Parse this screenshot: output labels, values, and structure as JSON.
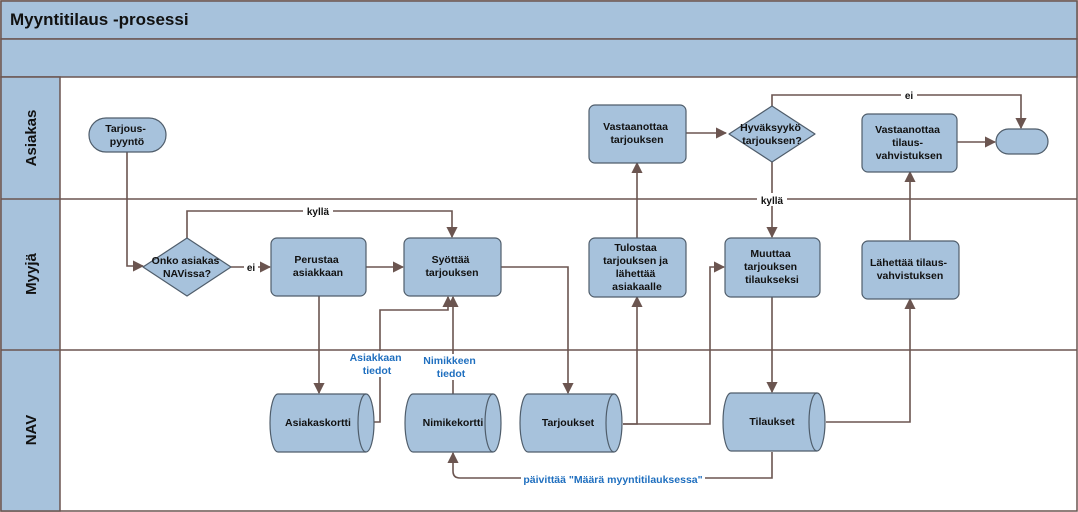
{
  "title": "Myyntitilaus -prosessi",
  "lanes": {
    "asiakas": "Asiakas",
    "myyja": "Myyjä",
    "nav": "NAV"
  },
  "nodes": {
    "tarjouspyynto": [
      "Tarjous-",
      "pyyntö"
    ],
    "onko_asiakas": [
      "Onko asiakas",
      "NAVissa?"
    ],
    "perustaa_asiakkaan": [
      "Perustaa",
      "asiakkaan"
    ],
    "syottaa_tarjouksen": [
      "Syöttää",
      "tarjouksen"
    ],
    "tulostaa": [
      "Tulostaa",
      "tarjouksen ja",
      "lähettää",
      "asiakaalle"
    ],
    "vastaanottaa_tarjouksen": [
      "Vastaanottaa",
      "tarjouksen"
    ],
    "hyvaksyyko": [
      "Hyväksyykö",
      "tarjouksen?"
    ],
    "muuttaa": [
      "Muuttaa",
      "tarjouksen",
      "tilaukseksi"
    ],
    "lahettaa": [
      "Lähettää tilaus-",
      "vahvistuksen"
    ],
    "vastaanottaa_tilaus": [
      "Vastaanottaa",
      "tilaus-",
      "vahvistuksen"
    ],
    "asiakaskortti": [
      "Asiakaskortti"
    ],
    "nimikekortti": [
      "Nimikekortti"
    ],
    "tarjoukset": [
      "Tarjoukset"
    ],
    "tilaukset": [
      "Tilaukset"
    ]
  },
  "edges": {
    "ei_left": "ei",
    "kylla_top": "kyllä",
    "ei_top": "ei",
    "kylla_mid": "kyllä"
  },
  "data_labels": {
    "asiakkaan_tiedot": [
      "Asiakkaan",
      "tiedot"
    ],
    "nimikkeen_tiedot": [
      "Nimikkeen",
      "tiedot"
    ],
    "paivittaa": "päivittää \"Määrä myyntitilauksessa\""
  },
  "colors": {
    "header": "#a7c2dc",
    "node": "#a7c2dc",
    "line": "#6b5550",
    "data_label": "#1f6fbf"
  }
}
